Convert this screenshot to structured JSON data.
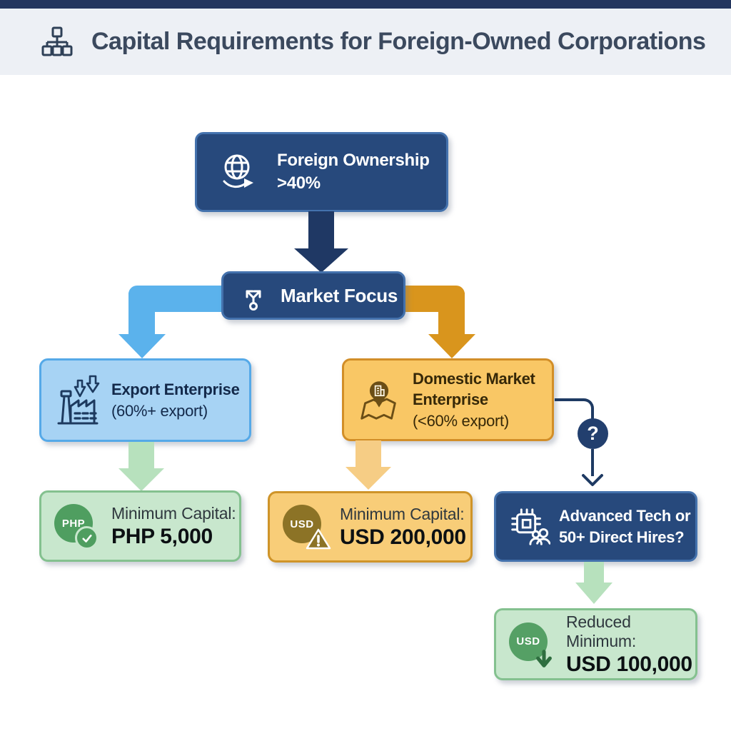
{
  "header": {
    "title": "Capital Requirements for Foreign-Owned Corporations",
    "icon": "hierarchy-icon"
  },
  "flow": {
    "foreign_ownership": {
      "icon": "globe-arrow-icon",
      "line1": "Foreign Ownership",
      "line2": ">40%"
    },
    "market_focus": {
      "icon": "split-branch-icon",
      "label": "Market Focus"
    },
    "export_enterprise": {
      "icon": "factory-export-icon",
      "line1": "Export Enterprise",
      "line2": "(60%+ export)"
    },
    "domestic_enterprise": {
      "icon": "map-pin-icon",
      "line1": "Domestic Market",
      "line2": "Enterprise",
      "line3": "(<60% export)"
    },
    "php_minimum": {
      "icon": "php-coin-check-icon",
      "coin": "PHP",
      "label": "Minimum Capital:",
      "value": "PHP 5,000"
    },
    "usd_minimum": {
      "icon": "usd-coin-warning-icon",
      "coin": "USD",
      "label": "Minimum Capital:",
      "value": "USD 200,000"
    },
    "advanced_tech": {
      "icon": "chip-people-icon",
      "line1": "Advanced Tech or",
      "line2": "50+ Direct Hires?"
    },
    "reduced_minimum": {
      "icon": "usd-coin-down-icon",
      "coin": "USD",
      "label": "Reduced Minimum:",
      "value": "USD 100,000"
    },
    "question_badge": "?"
  },
  "colors": {
    "topbar_navy": "#24365f",
    "header_bg": "#edf0f5",
    "title_text": "#3b495e",
    "navy_box_fill": "#27497c",
    "navy_box_border": "#4472ad",
    "navy_arrow": "#1f3864",
    "blue_arrow": "#5bb2ec",
    "blue_box_fill": "#a7d3f4",
    "blue_box_border": "#55a9e8",
    "orange_arrow": "#d9951d",
    "orange_box_fill": "#f9c765",
    "orange_box_border": "#d28e28",
    "amber_arrow": "#f6cd85",
    "amber_box_fill": "#f8cd78",
    "amber_box_border": "#cf9429",
    "green_arrow": "#b7e1bd",
    "green_box_fill": "#c8e7cd",
    "green_box_border": "#84c18f",
    "php_coin_green": "#4f9e60",
    "usd_coin_olive": "#8c7326",
    "usd_coin_green": "#55a065",
    "connector_navy": "#1e3a63"
  }
}
